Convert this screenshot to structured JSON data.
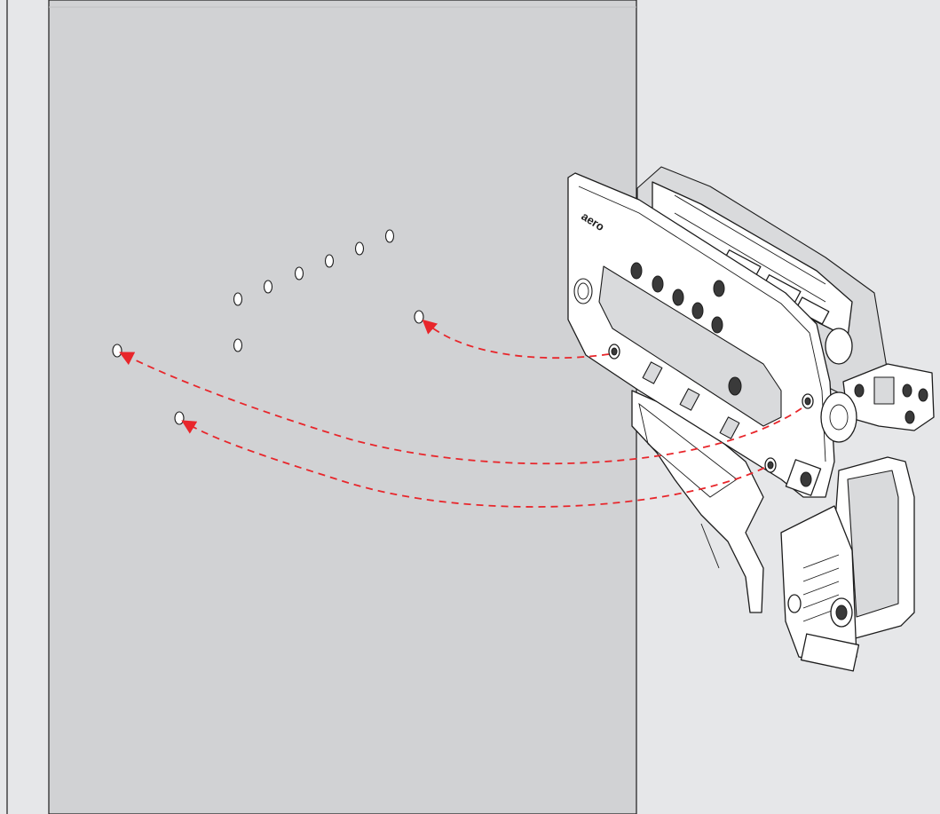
{
  "brand_label": "aero",
  "colors": {
    "background": "#e6e7e9",
    "panel": "#d1d2d4",
    "arrow": "#e8262b",
    "line": "#1c1c1c"
  },
  "diagram": {
    "drill_holes_count": 10,
    "arrows_count": 3
  }
}
